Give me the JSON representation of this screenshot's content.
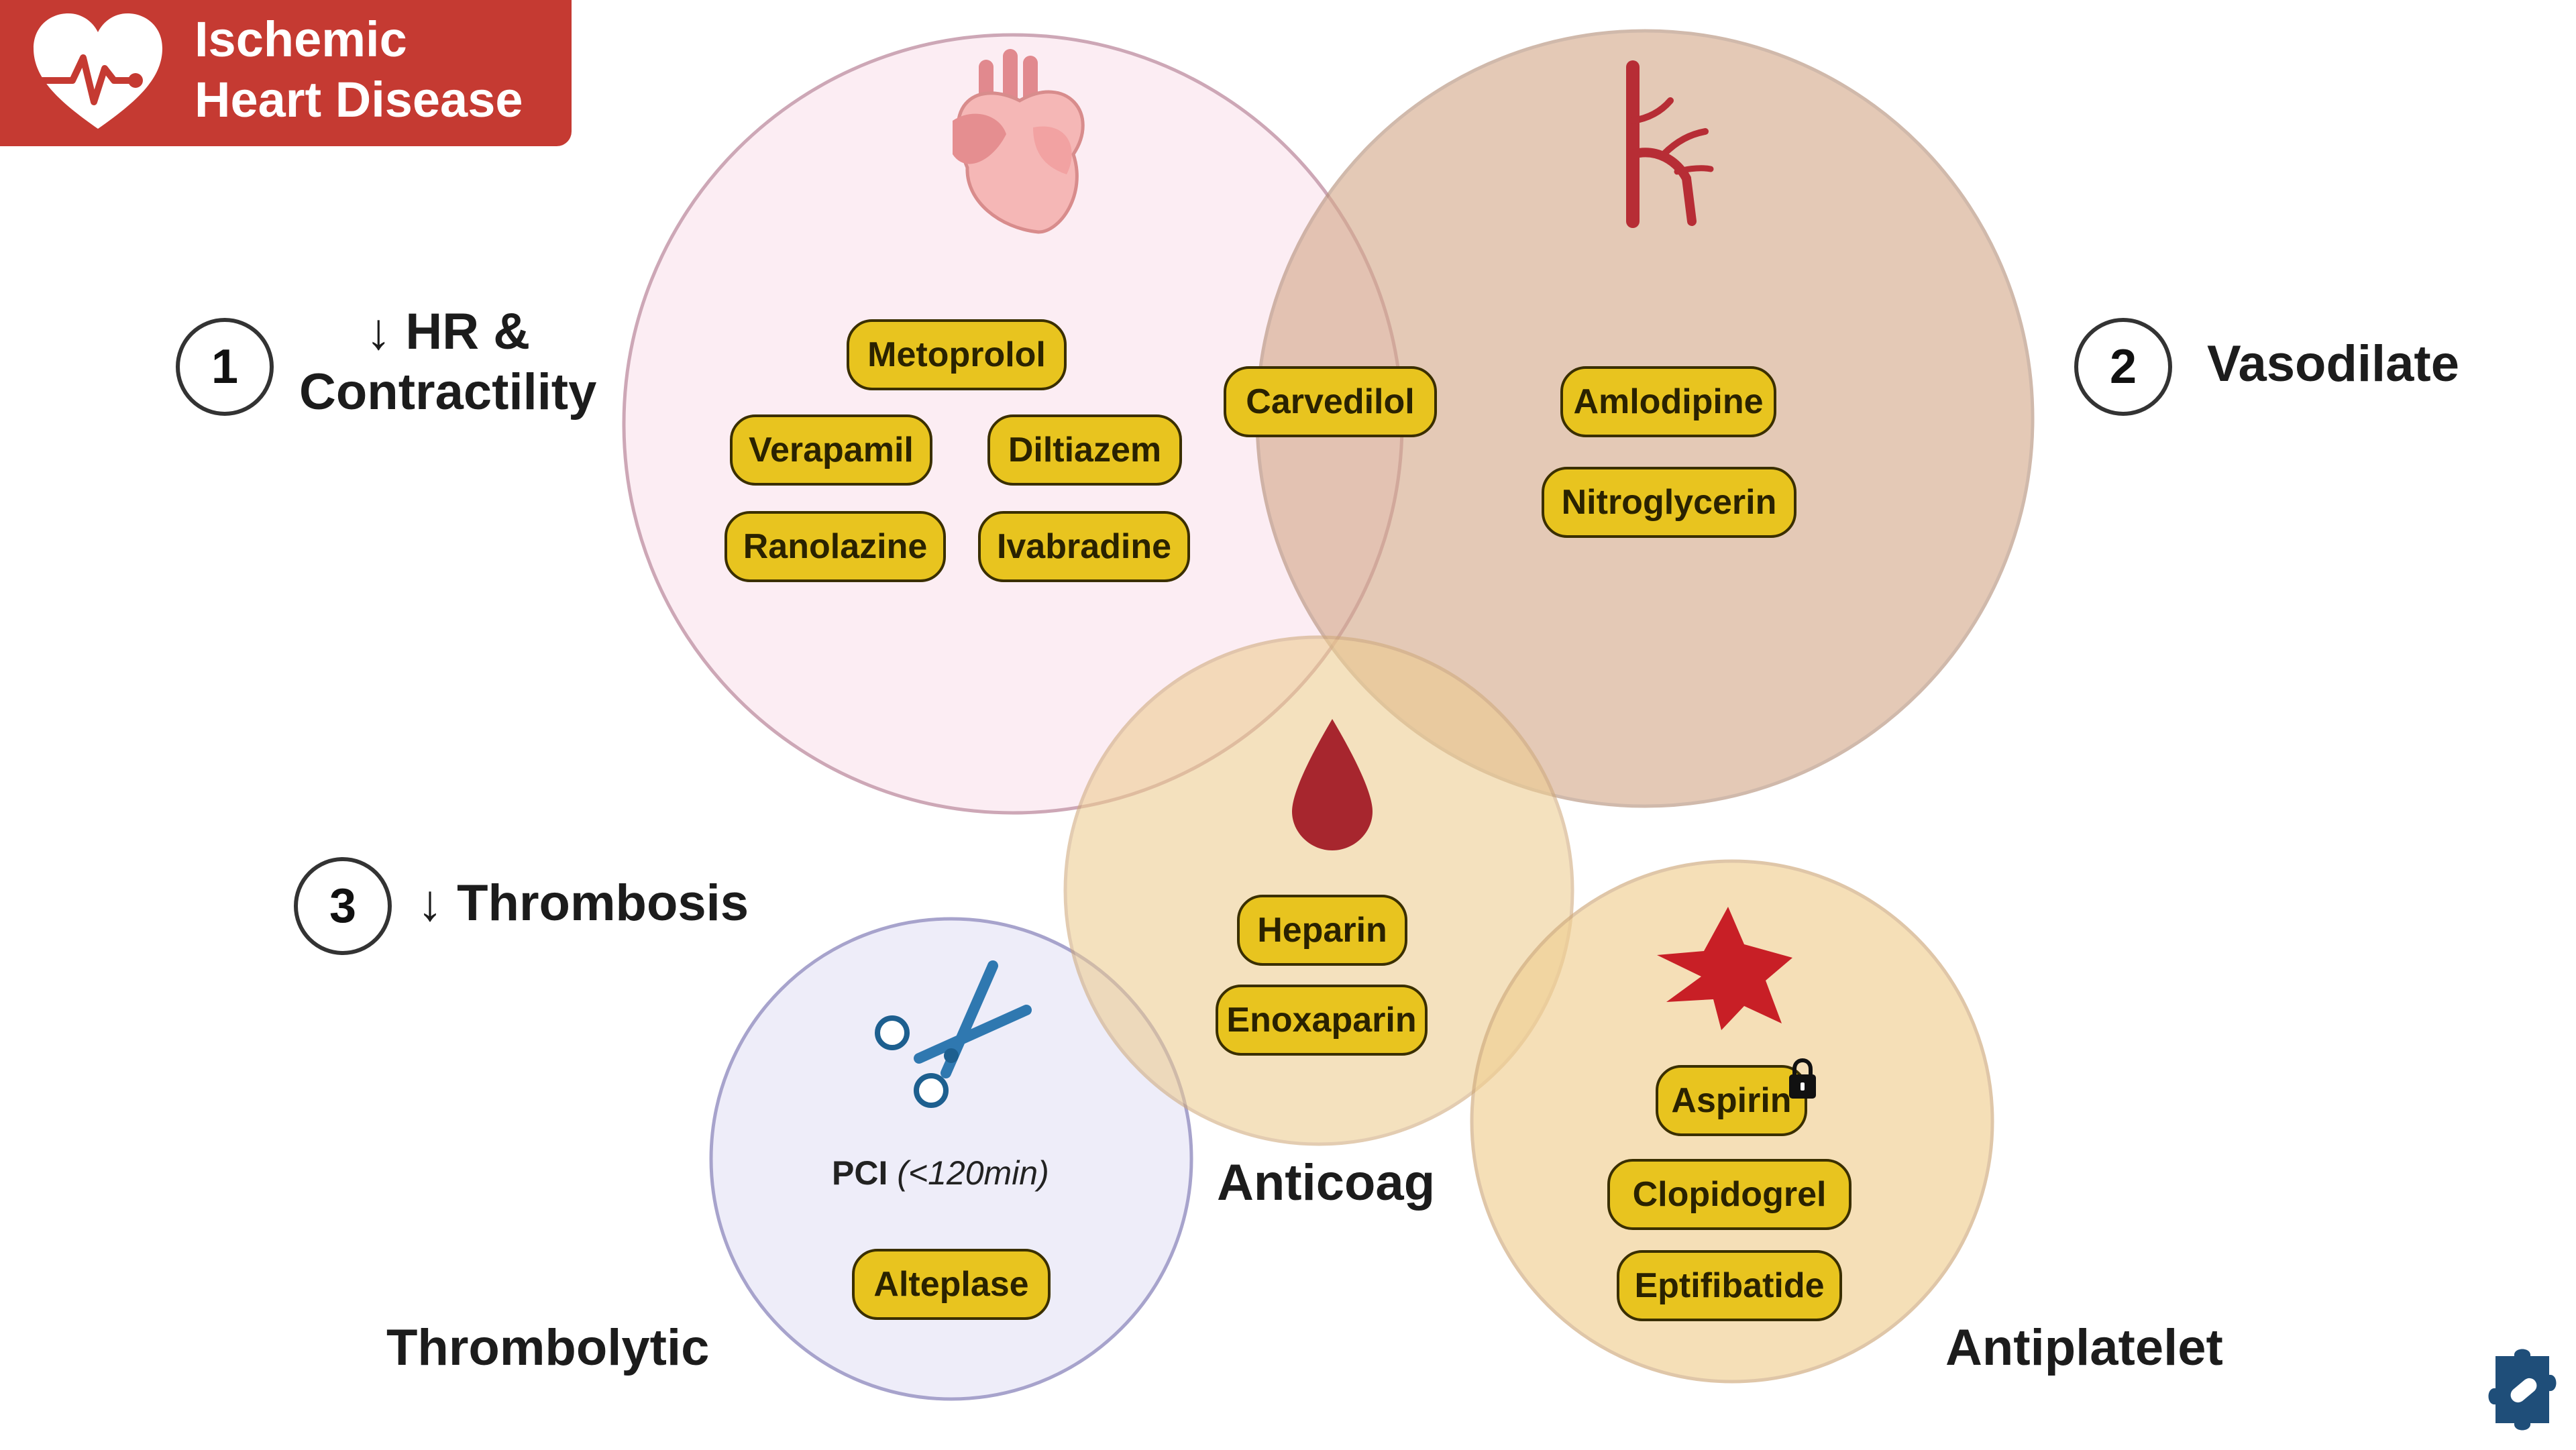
{
  "title": {
    "line1": "Ischemic",
    "line2": "Heart Disease",
    "icon": "heart-pulse-icon"
  },
  "steps": [
    {
      "number": "1",
      "label_line1": "↓ HR &",
      "label_line2": "Contractility"
    },
    {
      "number": "2",
      "label": "Vasodilate"
    },
    {
      "number": "3",
      "label": "↓ Thrombosis"
    }
  ],
  "circles": {
    "contractility": {
      "icon": "heart-icon",
      "color": "#f9e6ef"
    },
    "vasodilate": {
      "icon": "artery-icon",
      "color": "#dcb8a0"
    },
    "anticoag": {
      "icon": "blood-drop-icon",
      "label": "Anticoag",
      "color": "#f3d9a9"
    },
    "thrombolytic": {
      "icon": "scissors-icon",
      "label": "Thrombolytic",
      "color": "#ecebf8"
    },
    "antiplatelet": {
      "icon": "platelet-icon",
      "label": "Antiplatelet",
      "color": "#f4d8a6"
    }
  },
  "drugs": {
    "metoprolol": "Metoprolol",
    "verapamil": "Verapamil",
    "diltiazem": "Diltiazem",
    "ranolazine": "Ranolazine",
    "ivabradine": "Ivabradine",
    "carvedilol": "Carvedilol",
    "amlodipine": "Amlodipine",
    "nitroglycerin": "Nitroglycerin",
    "heparin": "Heparin",
    "enoxaparin": "Enoxaparin",
    "aspirin": "Aspirin",
    "clopidogrel": "Clopidogrel",
    "eptifibatide": "Eptifibatide",
    "alteplase": "Alteplase"
  },
  "pci": {
    "name": "PCI",
    "detail": "(<120min)"
  },
  "colors": {
    "title_bg": "#c53a32",
    "pill": "#e8c41f",
    "text": "#1c1c1c"
  },
  "footer_icon": "puzzle-pill-icon",
  "lock_icon": "lock-icon"
}
